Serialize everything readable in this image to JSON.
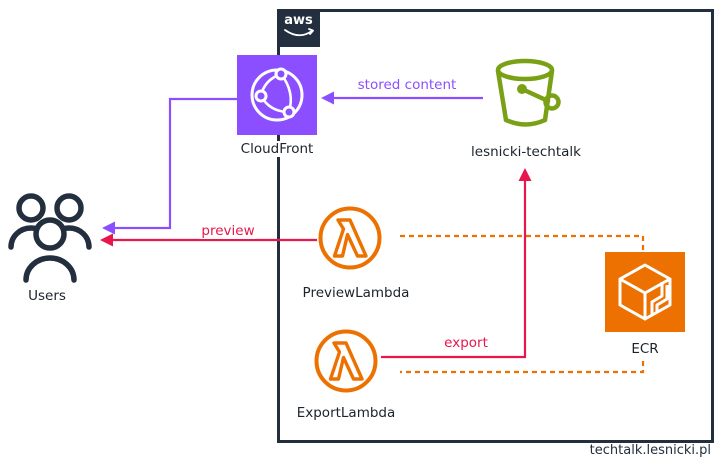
{
  "diagram": {
    "boundary": {
      "badge_label": "aws"
    },
    "caption": "techtalk.lesnicki.pl",
    "nodes": {
      "cloudfront": {
        "label": "CloudFront",
        "type": "Amazon CloudFront",
        "color": "#8C4FFF"
      },
      "bucket": {
        "label": "lesnicki-techtalk",
        "type": "Amazon S3 bucket",
        "color": "#7AA116"
      },
      "users": {
        "label": "Users",
        "type": "Users",
        "color": "#232F3E"
      },
      "preview_lambda": {
        "label": "PreviewLambda",
        "type": "AWS Lambda function",
        "color": "#ED7100"
      },
      "export_lambda": {
        "label": "ExportLambda",
        "type": "AWS Lambda function",
        "color": "#ED7100"
      },
      "ecr": {
        "label": "ECR",
        "type": "Amazon ECR",
        "color": "#ED7100"
      }
    },
    "edges": {
      "stored_content": {
        "label": "stored content",
        "from": "bucket",
        "to": "cloudfront",
        "color": "#8C4FFF",
        "style": "solid-arrow"
      },
      "cloudfront_to_users": {
        "label": "",
        "from": "cloudfront",
        "to": "users",
        "color": "#8C4FFF",
        "style": "solid-arrow"
      },
      "preview": {
        "label": "preview",
        "from": "preview_lambda",
        "to": "users",
        "color": "#E7174B",
        "style": "solid-arrow"
      },
      "export": {
        "label": "export",
        "from": "export_lambda",
        "to": "bucket",
        "color": "#E7174B",
        "style": "solid-arrow"
      },
      "ecr_to_preview": {
        "label": "",
        "from": "ecr",
        "to": "preview_lambda",
        "color": "#ED7100",
        "style": "dashed"
      },
      "ecr_to_export": {
        "label": "",
        "from": "ecr",
        "to": "export_lambda",
        "color": "#ED7100",
        "style": "dashed"
      }
    },
    "colors": {
      "boundary": "#232F3E",
      "purple": "#8C4FFF",
      "green": "#7AA116",
      "orange": "#ED7100",
      "red": "#E7174B",
      "navy": "#232F3E"
    }
  }
}
